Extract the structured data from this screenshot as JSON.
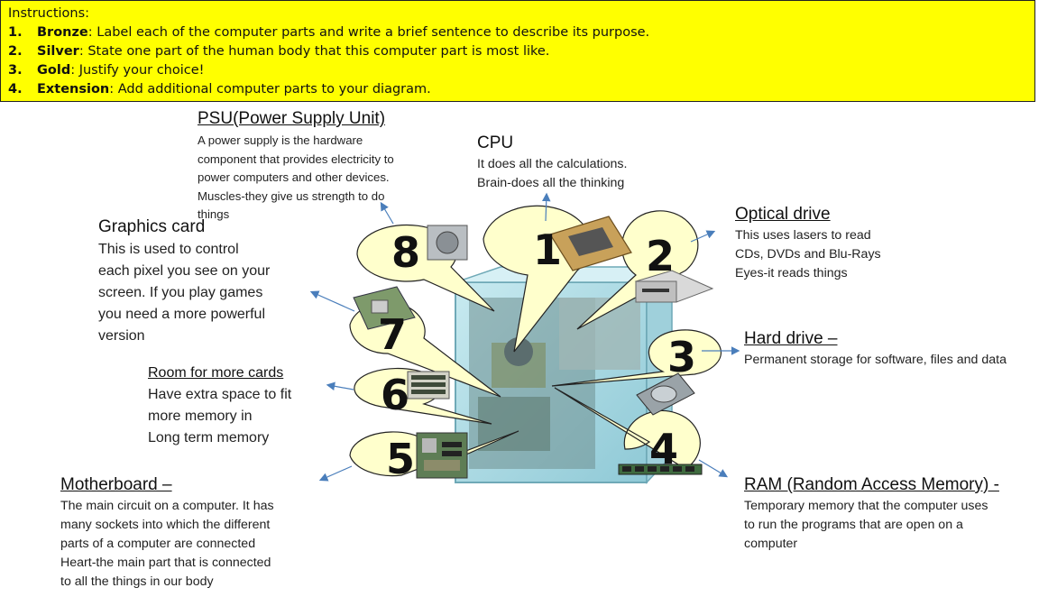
{
  "instructions": {
    "heading": "Instructions:",
    "items": [
      {
        "num": "1.",
        "bold": "Bronze",
        "text": ": Label each of the computer parts and write a brief sentence to describe its purpose."
      },
      {
        "num": "2.",
        "bold": "Silver",
        "text": ": State one part of the human body that this computer part is most like."
      },
      {
        "num": "3.",
        "bold": "Gold",
        "text": ": Justify your choice!"
      },
      {
        "num": "4.",
        "bold": "Extension",
        "text": ": Add additional computer parts to your diagram."
      }
    ]
  },
  "parts": {
    "psu": {
      "title": "PSU(Power Supply Unit)",
      "lines": [
        " A power supply is the hardware",
        "component that provides electricity to",
        " power computers and other devices.",
        "Muscles-they give us strength to do",
        "things"
      ]
    },
    "cpu": {
      "title": "CPU",
      "lines": [
        "It does all the calculations.",
        "Brain-does all the thinking"
      ]
    },
    "optical": {
      "title": "Optical drive",
      "lines": [
        "This uses lasers to read",
        "CDs, DVDs and Blu-Rays",
        "Eyes-it reads things"
      ]
    },
    "graphics": {
      "title": "Graphics card",
      "lines": [
        "This is used to control",
        "each pixel you see on your",
        "screen. If you play games",
        "you need a more powerful",
        "version"
      ]
    },
    "hdd": {
      "title": "Hard drive –",
      "lines": [
        "Permanent storage for software, files and data"
      ]
    },
    "room": {
      "title": "Room for more cards",
      "lines": [
        "Have extra space to fit",
        "more memory in",
        "Long term memory"
      ]
    },
    "motherboard": {
      "title": "Motherboard –",
      "lines": [
        "The main circuit on a computer. It has",
        "many sockets into which the different",
        "parts of a computer are connected",
        "Heart-the main part that is connected",
        "to all the things in our body"
      ]
    },
    "ram": {
      "title": "RAM (Random Access Memory) -",
      "lines": [
        "Temporary memory that the computer uses",
        "to run the programs that are open on a",
        "computer"
      ]
    }
  },
  "callout_numbers": [
    "1",
    "2",
    "3",
    "4",
    "5",
    "6",
    "7",
    "8"
  ],
  "colors": {
    "instructions_bg": "#ffff00",
    "bubble_fill": "#ffffcc",
    "arrow": "#4a7ebb",
    "case": "#a6d8e2"
  }
}
